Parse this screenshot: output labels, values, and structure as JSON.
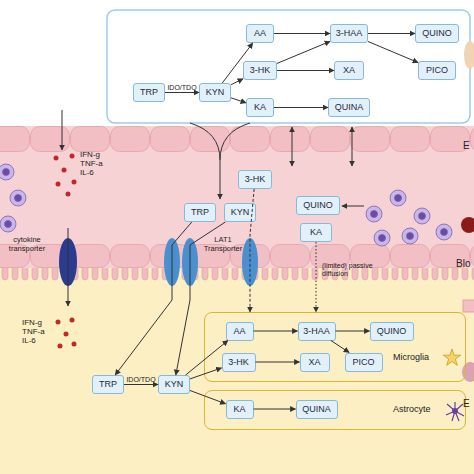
{
  "diagram": {
    "nodes": [
      {
        "text": [
          "TRP"
        ]
      },
      {
        "text": [
          "KYN"
        ]
      },
      {
        "text": [
          "AA"
        ]
      },
      {
        "text": [
          "3-HK"
        ]
      },
      {
        "text": [
          "KA"
        ]
      },
      {
        "text": [
          "3-HAA"
        ]
      },
      {
        "text": [
          "XA"
        ]
      },
      {
        "text": [
          "QUINA"
        ]
      },
      {
        "text": [
          "QUINO"
        ]
      },
      {
        "text": [
          "PICO"
        ]
      },
      {
        "text": [
          "TRP"
        ]
      },
      {
        "text": [
          "KYN"
        ]
      },
      {
        "text": [
          "3-HK"
        ]
      },
      {
        "text": [
          "QUINO"
        ]
      },
      {
        "text": [
          "KA"
        ]
      },
      {
        "text": [
          "TRP"
        ]
      },
      {
        "text": [
          "KYN"
        ]
      },
      {
        "text": [
          "Microglia"
        ]
      },
      {
        "text": [
          "AA"
        ],
        "in": 17
      },
      {
        "text": [
          "3-HAA"
        ],
        "in": 17
      },
      {
        "text": [
          "QUINO"
        ],
        "in": 17
      },
      {
        "text": [
          "3-HK"
        ],
        "in": 17
      },
      {
        "text": [
          "XA"
        ],
        "in": 17
      },
      {
        "text": [
          "PICO"
        ],
        "in": 17
      },
      {
        "text": [
          "Astrocyte"
        ]
      },
      {
        "text": [
          "KA"
        ],
        "in": 24
      },
      {
        "text": [
          "QUINA"
        ],
        "in": 24
      }
    ],
    "edges": [
      {
        "from": 0,
        "to": 1,
        "label": "IDO/TDO",
        "arrow": "to"
      },
      {
        "from": 1,
        "to": 2,
        "arrow": "to"
      },
      {
        "from": 1,
        "to": 3,
        "arrow": "to"
      },
      {
        "from": 1,
        "to": 4,
        "arrow": "to"
      },
      {
        "from": 2,
        "to": 5,
        "arrow": "to"
      },
      {
        "from": 3,
        "to": 5,
        "arrow": "to"
      },
      {
        "from": 3,
        "to": 6,
        "arrow": "to"
      },
      {
        "from": 4,
        "to": 7,
        "arrow": "to"
      },
      {
        "from": 5,
        "to": 8,
        "arrow": "to"
      },
      {
        "from": 5,
        "to": 9,
        "arrow": "to"
      },
      {
        "from": 10,
        "to": 15,
        "arrow": "to"
      },
      {
        "from": 11,
        "to": 16,
        "arrow": "to"
      },
      {
        "from": 12,
        "to": 17,
        "arrow": "to"
      },
      {
        "from": 14,
        "to": 17,
        "arrow": "to"
      },
      {
        "from": 15,
        "to": 16,
        "label": "IDO/TDO",
        "arrow": "to"
      },
      {
        "from": 16,
        "to": 18,
        "arrow": "to"
      },
      {
        "from": 16,
        "to": 21,
        "arrow": "to"
      },
      {
        "from": 16,
        "to": 25,
        "arrow": "to"
      },
      {
        "from": 18,
        "to": 19,
        "arrow": "to"
      },
      {
        "from": 19,
        "to": 20,
        "arrow": "to"
      },
      {
        "from": 19,
        "to": 23,
        "arrow": "to"
      },
      {
        "from": 21,
        "to": 22,
        "arrow": "to"
      },
      {
        "from": 25,
        "to": 26,
        "arrow": "to"
      }
    ],
    "labels": [
      "IFN-g TNF-a IL-6",
      "cytokine transporter",
      "LAT1 Transporter",
      "(limited) passive diffusion",
      "IFN-g TNF-a IL-6",
      "E",
      "Blo",
      "E"
    ]
  }
}
